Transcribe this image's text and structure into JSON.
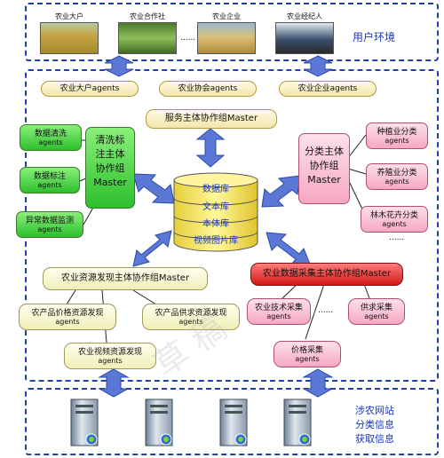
{
  "env": {
    "photo_labels": [
      "农业大户",
      "农业合作社",
      "农业企业",
      "农业经纪人"
    ],
    "ellipsis": "......",
    "title": "用户环境"
  },
  "top_agents": [
    "农业大户agents",
    "农业协会agents",
    "农业企业agents"
  ],
  "service_master": "服务主体协作组Master",
  "left_agents": [
    {
      "title": "数据清洗",
      "sub": "agents"
    },
    {
      "title": "数据标注",
      "sub": "agents"
    },
    {
      "title": "异常数据监测",
      "sub": "agents"
    }
  ],
  "clean_master": [
    "清洗标",
    "注主体",
    "协作组",
    "Master"
  ],
  "right_agents": [
    {
      "title": "种植业分类",
      "sub": "agents"
    },
    {
      "title": "养殖业分类",
      "sub": "agents"
    },
    {
      "title": "林木花卉分类",
      "sub": "agents"
    }
  ],
  "classify_master": [
    "分类主体",
    "协作组",
    "Master"
  ],
  "right_ellipsis": "......",
  "database": [
    "数据库",
    "文本库",
    "本体库",
    "视频图片库"
  ],
  "discover_master": "农业资源发现主体协作组Master",
  "discover_agents": [
    {
      "title": "农产品价格资源发现",
      "sub": "agents"
    },
    {
      "title": "农产品供求资源发现",
      "sub": "agents"
    },
    {
      "title": "农业视频资源发现",
      "sub": "agents"
    }
  ],
  "collect_master": "农业数据采集主体协作组Master",
  "collect_agents": [
    {
      "title": "农业技术采集",
      "sub": "agents"
    },
    {
      "title": "供求采集",
      "sub": "agents"
    },
    {
      "title": "价格采集",
      "sub": "agents"
    }
  ],
  "collect_ellipsis": "......",
  "web_label": [
    "涉农网站",
    "分类信息",
    "获取信息"
  ],
  "watermark": "草 稿",
  "colors": {
    "dash": "#1f3fb0",
    "arrow": "#5b78d6",
    "green": "#2dbf2d",
    "red": "#d01818",
    "pink": "#f6a8c0"
  }
}
